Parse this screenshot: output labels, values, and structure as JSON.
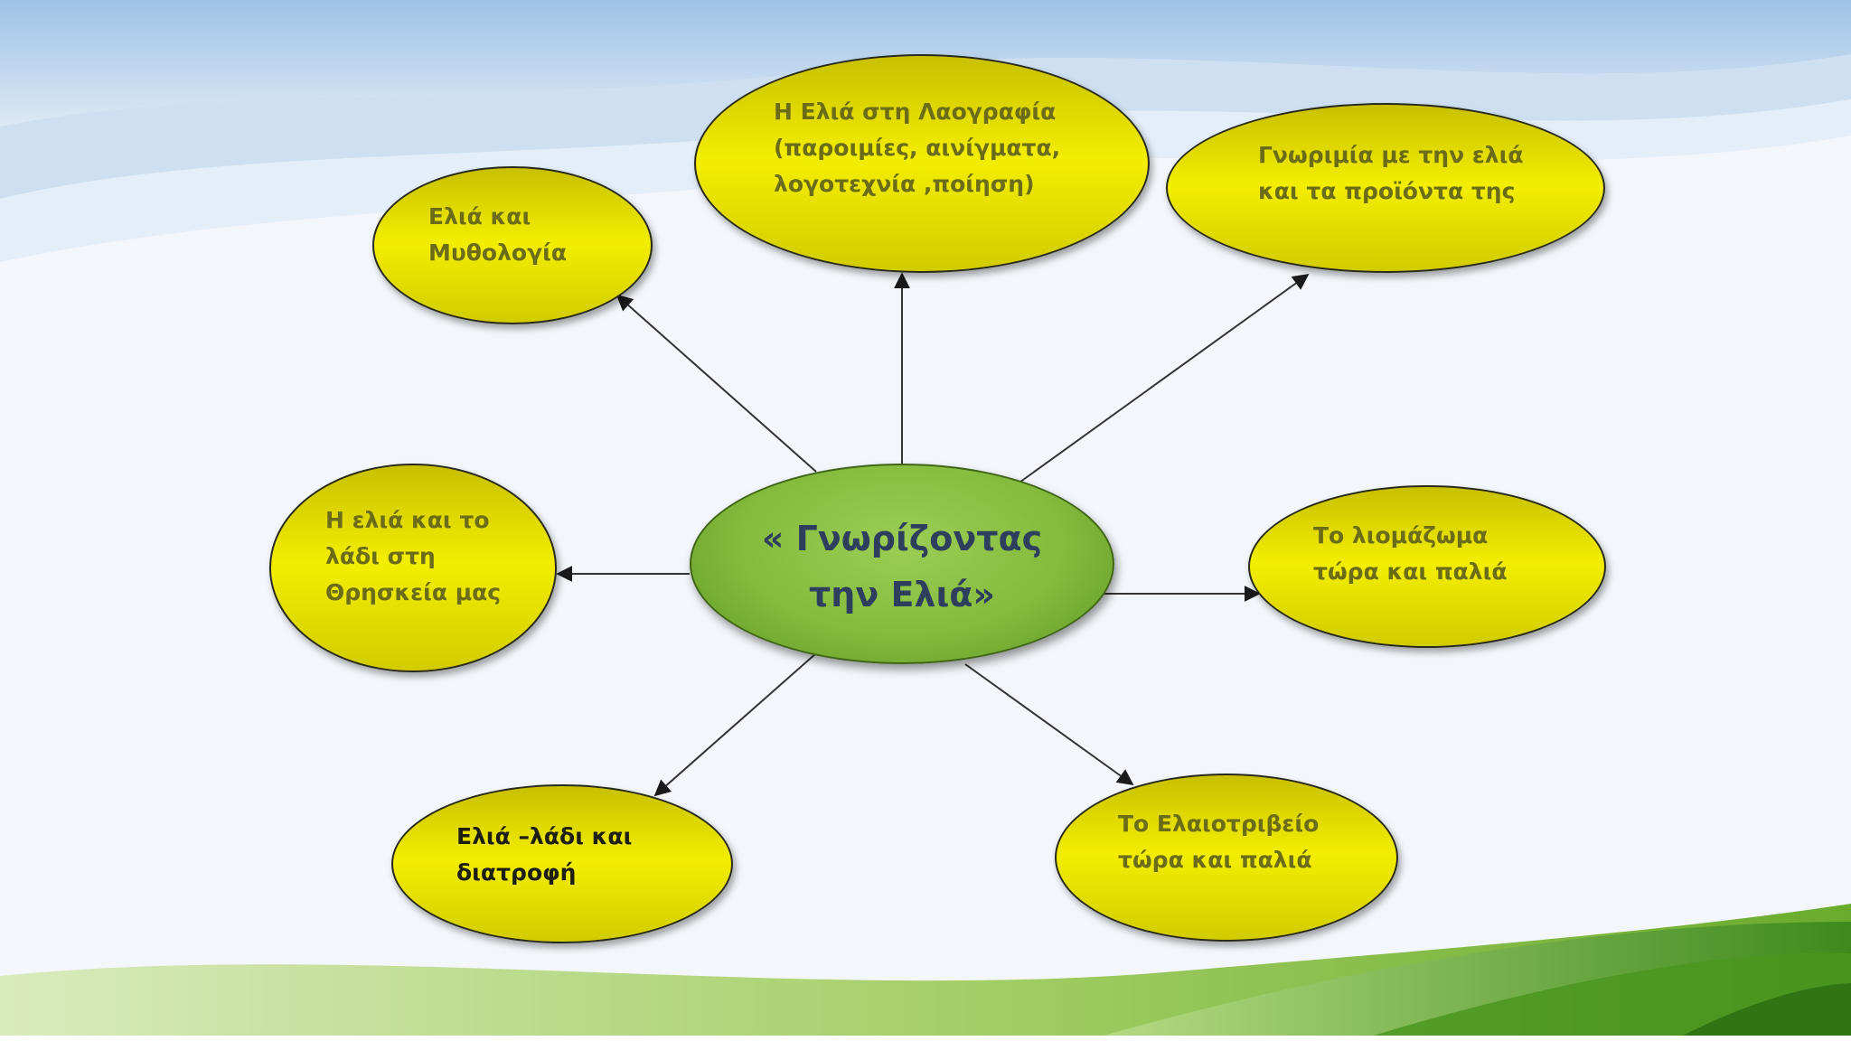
{
  "diagram": {
    "center": {
      "text": "« Γνωρίζοντας\nτην Ελιά»"
    },
    "nodes": {
      "mythology": "Ελιά και\nΜυθολογία",
      "folklore": "Η Ελιά στη Λαογραφία\n(παροιμίες, αινίγματα,\nλογοτεχνία ,ποίηση)",
      "products": "Γνωριμία με την ελιά\nκαι τα προϊόντα της",
      "religion": "Η ελιά και το\nλάδι στη\nΘρησκεία μας",
      "harvest": "Το λιομάζωμα\nτώρα και παλιά",
      "nutrition": "Ελιά –λάδι και\nδιατροφή",
      "olive_press": "Το Ελαιοτριβείο\nτώρα και παλιά"
    }
  },
  "colors": {
    "node_fill": "#f3ee00",
    "center_fill": "#84bb3c",
    "sky": "#a9c9e8",
    "grass": "#7cb93a"
  }
}
